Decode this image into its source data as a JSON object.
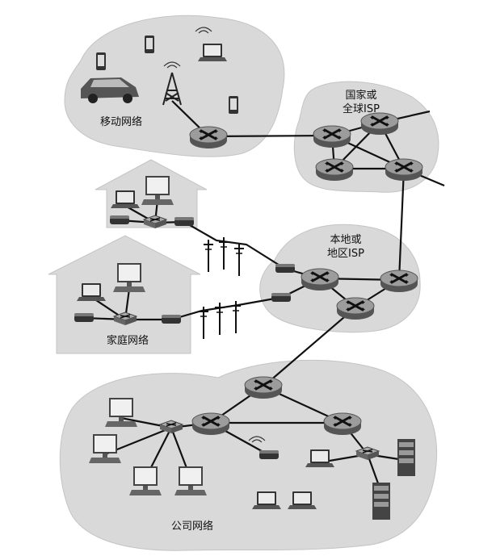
{
  "labels": {
    "mobile_network": "移动网络",
    "national_isp_line1": "国家或",
    "national_isp_line2": "全球ISP",
    "local_isp_line1": "本地或",
    "local_isp_line2": "地区ISP",
    "home_network": "家庭网络",
    "enterprise_network": "公司网络"
  },
  "icons": {
    "router": "router-icon",
    "laptop": "laptop-icon",
    "desktop": "desktop-computer-icon",
    "phone": "smartphone-icon",
    "car": "car-icon",
    "cell_tower": "cell-tower-icon",
    "modem": "modem-icon",
    "switch": "switch-icon",
    "server": "server-icon",
    "utility_pole": "utility-pole-icon"
  },
  "colors": {
    "cloud_fill": "#d9d9d9",
    "cloud_stroke": "#b5b5b5",
    "link": "#111111",
    "router_fill": "#7a7a7a",
    "router_top": "#a8a8a8"
  }
}
